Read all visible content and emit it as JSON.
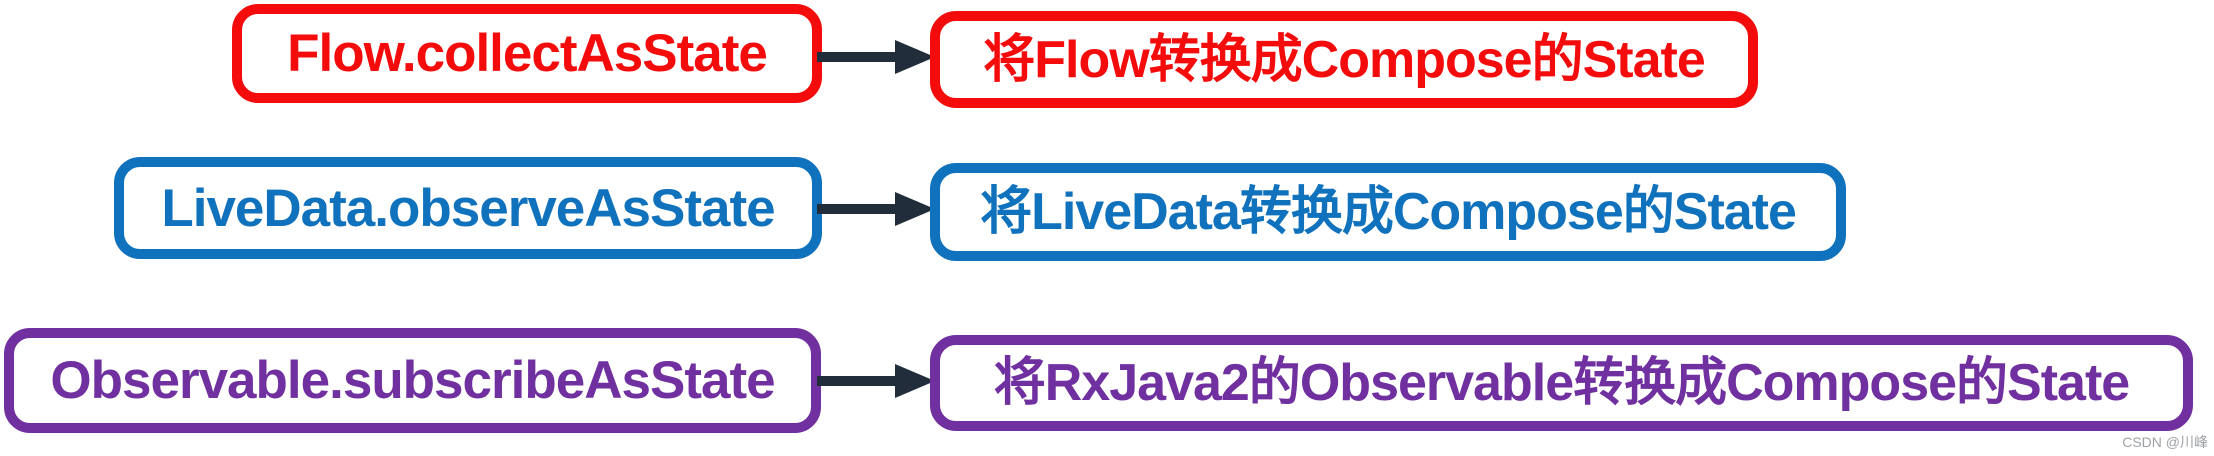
{
  "diagram": {
    "background": "#ffffff",
    "arrow_color": "#222d3b",
    "rows": [
      {
        "name": "flow",
        "left_label": "Flow.collectAsState",
        "right_label": "将Flow转换成Compose的State",
        "color": "#f40b0b"
      },
      {
        "name": "livedata",
        "left_label": "LiveData.observeAsState",
        "right_label": "将LiveData转换成Compose的State",
        "color": "#1072bc"
      },
      {
        "name": "observable",
        "left_label": "Observable.subscribeAsState",
        "right_label": "将RxJava2的Observable转换成Compose的State",
        "color": "#7030a0"
      }
    ]
  },
  "watermark": {
    "text": "CSDN @川峰",
    "color": "#9ea1a6"
  }
}
